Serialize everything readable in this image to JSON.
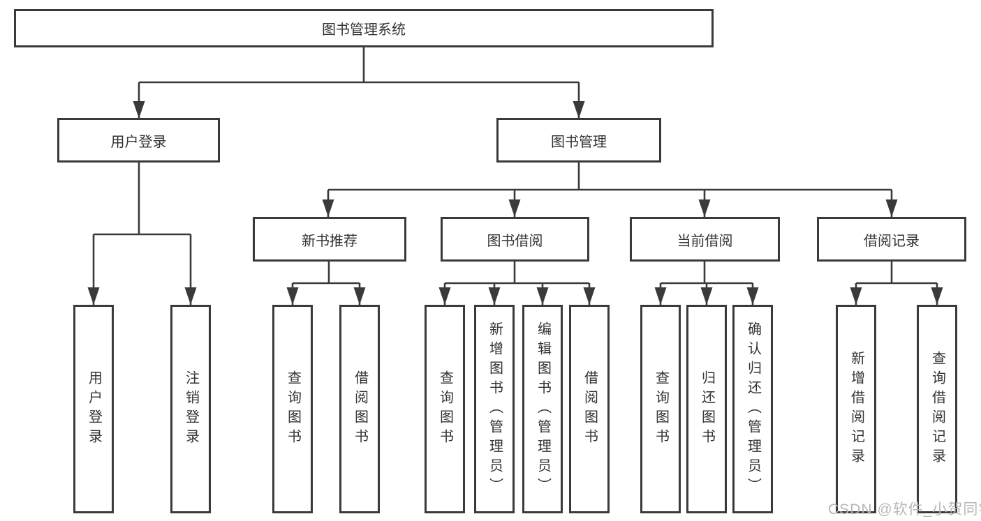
{
  "diagram": {
    "title": "图书管理系统",
    "root": {
      "label": "图书管理系统"
    },
    "branches": {
      "user_login": {
        "label": "用户登录"
      },
      "book_mgmt": {
        "label": "图书管理"
      }
    },
    "modules": {
      "new_book_rec": {
        "label": "新书推荐"
      },
      "book_borrow": {
        "label": "图书借阅"
      },
      "current_borrow": {
        "label": "当前借阅"
      },
      "borrow_records": {
        "label": "借阅记录"
      }
    },
    "leaves": {
      "user_login_1": {
        "label": "用户登录"
      },
      "user_login_2": {
        "label": "注销登录"
      },
      "new_book_1": {
        "label": "查询图书"
      },
      "new_book_2": {
        "label": "借阅图书"
      },
      "borrow_1": {
        "label": "查询图书"
      },
      "borrow_2": {
        "label": "新增图书（管理员）"
      },
      "borrow_3": {
        "label": "编辑图书（管理员）"
      },
      "borrow_4": {
        "label": "借阅图书"
      },
      "current_1": {
        "label": "查询图书"
      },
      "current_2": {
        "label": "归还图书"
      },
      "current_3": {
        "label": "确认归还（管理员）"
      },
      "records_1": {
        "label": "新增借阅记录"
      },
      "records_2": {
        "label": "查询借阅记录"
      }
    }
  },
  "watermark": {
    "text": "CSDN @软件_小贺同学"
  },
  "colors": {
    "line": "#3a3a3a",
    "text": "#333333",
    "box_bg": "#ffffff",
    "watermark": "#b7b7b7"
  }
}
